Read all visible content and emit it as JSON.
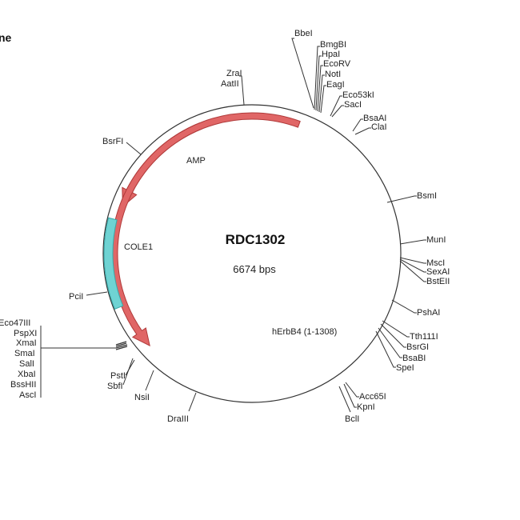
{
  "header": {
    "corner_text": "ne"
  },
  "plasmid": {
    "name": "RDC1302",
    "size_label": "6674 bps",
    "colors": {
      "backbone": "#333333",
      "cds": "#e06666",
      "cds_stroke": "#b03a3a",
      "ori": "#6fd3d3",
      "ori_stroke": "#3aa6a6"
    },
    "features": [
      {
        "name": "AMP",
        "type": "cds",
        "direction": "ccw",
        "start_deg": 338,
        "end_deg": 290
      },
      {
        "name": "hErbB4 (1-1308)",
        "type": "cds",
        "direction": "ccw",
        "start_deg": 20,
        "end_deg": 228
      },
      {
        "name": "COLE1",
        "type": "ori",
        "direction": "none",
        "start_deg": 248,
        "end_deg": 284
      }
    ],
    "sites": [
      {
        "group": "g-bbei",
        "labels": [
          "BbeI"
        ]
      },
      {
        "group": "g-bmgbi",
        "labels": [
          "BmgBI",
          "HpaI",
          "EcoRV",
          "NotI",
          "EagI"
        ]
      },
      {
        "group": "g-eco53",
        "labels": [
          "Eco53kI",
          "SacI"
        ]
      },
      {
        "group": "g-bsaai",
        "labels": [
          "BsaAI",
          "ClaI"
        ]
      },
      {
        "group": "g-bsmi",
        "labels": [
          "BsmI"
        ]
      },
      {
        "group": "g-muni",
        "labels": [
          "MunI"
        ]
      },
      {
        "group": "g-msci",
        "labels": [
          "MscI",
          "SexAI",
          "BstEII"
        ]
      },
      {
        "group": "g-pshai",
        "labels": [
          "PshAI"
        ]
      },
      {
        "group": "g-tth",
        "labels": [
          "Tth111I",
          "BsrGI",
          "BsaBI",
          "SpeI"
        ]
      },
      {
        "group": "g-acc65",
        "labels": [
          "Acc65I",
          "KpnI"
        ]
      },
      {
        "group": "g-bcli",
        "labels": [
          "BclI"
        ]
      },
      {
        "group": "g-draiii",
        "labels": [
          "DraIII"
        ]
      },
      {
        "group": "g-nsii",
        "labels": [
          "NsiI"
        ]
      },
      {
        "group": "g-psti",
        "labels": [
          "PstI",
          "SbfI"
        ]
      },
      {
        "group": "g-eco47",
        "labels": [
          "Eco47III",
          "PspXI",
          "XmaI",
          "SmaI",
          "SalI",
          "XbaI",
          "BssHII",
          "AscI"
        ]
      },
      {
        "group": "g-pcii",
        "labels": [
          "PciI"
        ]
      },
      {
        "group": "g-bsrfi",
        "labels": [
          "BsrFI"
        ]
      },
      {
        "group": "g-zrai",
        "labels": [
          "ZraI",
          "AatII"
        ]
      }
    ]
  }
}
